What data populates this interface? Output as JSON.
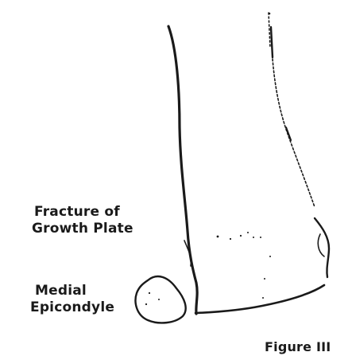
{
  "labels": {
    "fracture_line1": "Fracture of",
    "fracture_line2": "Growth Plate",
    "medial_line1": "Medial",
    "medial_line2": "Epicondyle",
    "figure": "Figure III"
  },
  "colors": {
    "ink": "#1a1a1a",
    "background": "#ffffff"
  }
}
